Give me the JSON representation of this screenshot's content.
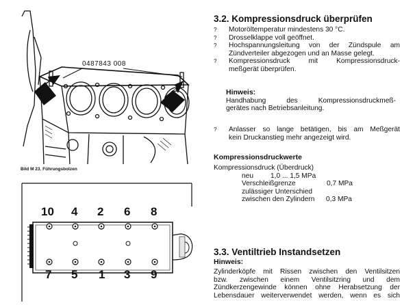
{
  "figure1": {
    "part_number": "0487843 008",
    "caption": "Bild M 23. Führungsbolzen"
  },
  "figure2": {
    "top_numbers": [
      "10",
      "4",
      "2",
      "6",
      "8"
    ],
    "bottom_numbers": [
      "7",
      "5",
      "1",
      "3",
      "9"
    ]
  },
  "section_32": {
    "title": "3.2. Kompressionsdruck überprüfen",
    "bullet_marker": "?",
    "bullets": [
      [
        "Motoröltemperatur mindestens 30 °C."
      ],
      [
        "Drosselklappe voll geöffnet."
      ],
      [
        "Hochspannungsleitung von der Zündspule am",
        "Zündverteiler abgezogen und an Masse gelegt."
      ],
      [
        "Kompressionsdruck mit Kompressionsdruck-",
        "meßgerät überprüfen."
      ]
    ],
    "hint_label": "Hinweis:",
    "hint_lines": [
      "Handhabung des Kompressionsdruckmeß-",
      "gerätes nach Betriebsanleitung."
    ],
    "bullet2": [
      "Anlasser so lange betätigen, bis am Meßgerät",
      "kein Druckanstieg mehr angezeigt wird."
    ],
    "values_heading": "Kompressionsdruckwerte",
    "values": {
      "line1": "Kompressionsdruck (Überdruck)",
      "neu_label": "neu",
      "neu_value": "1,0 ... 1,5 MPa",
      "wear_label": "Verschleißgrenze",
      "wear_value": "0,7 MPa",
      "diff_label1": "zulässiger Unterschied",
      "diff_label2": "zwischen den Zylindern",
      "diff_value": "0,3 MPa"
    }
  },
  "section_33": {
    "title": "3.3. Ventiltrieb Instandsetzen",
    "hint_label": "Hinweis:",
    "lines": [
      "Zylinderköpfe mit Rissen zwischen den Ventilsitzen",
      "bzw. zwischen einem Ventilsitzring und dem",
      "Zündkerzengewinde können ohne Herabsetzung der",
      "Lebensdauer weiterverwendet werden, wenn es sich"
    ]
  }
}
